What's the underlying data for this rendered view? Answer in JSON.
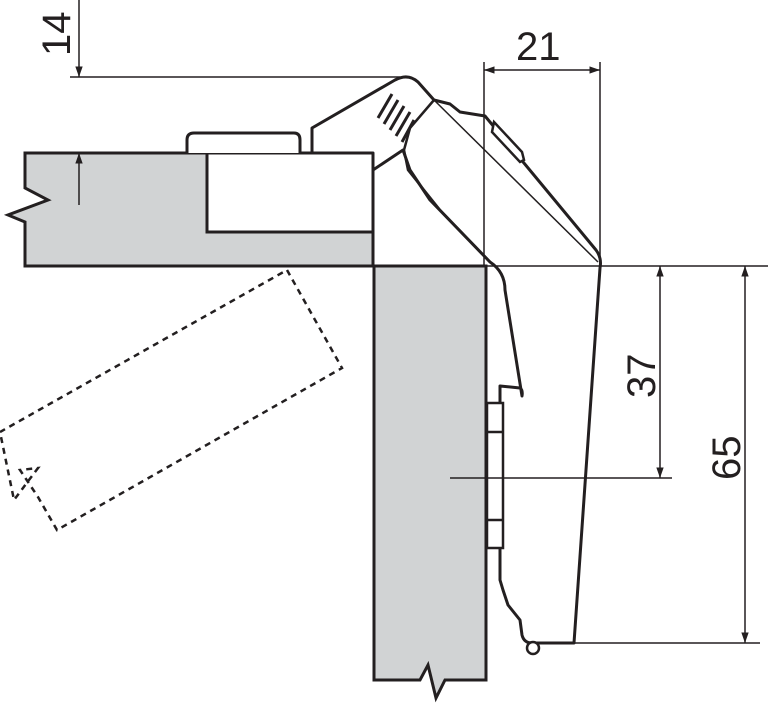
{
  "dimensions": {
    "overlay_top": "14",
    "offset_horizontal": "21",
    "pivot_height": "37",
    "total_height": "65"
  },
  "colors": {
    "panel_fill": "#d1d3d4",
    "line": "#231f20",
    "background": "#ffffff"
  }
}
